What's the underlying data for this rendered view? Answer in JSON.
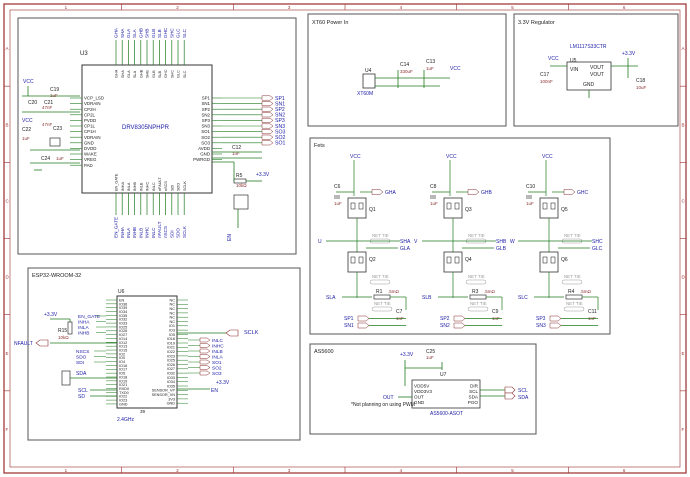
{
  "frame": {
    "cols": [
      "1",
      "2",
      "3",
      "4",
      "5",
      "6"
    ],
    "rows": [
      "A",
      "B",
      "C",
      "D",
      "E",
      "F"
    ]
  },
  "colors": {
    "border": "#9b2c2c",
    "net": "#1a1aa6",
    "wire": "#1f7a1f",
    "box": "#333333",
    "part": "#8a2f2f",
    "ref": "#222222"
  },
  "sections": {
    "xt60": "XT60 Power In",
    "reg": "3.3V Regulator",
    "fets": "Fets",
    "esp": "ESP32-WROOM-32",
    "as5600": "AS5600"
  },
  "drv": {
    "ref": "U3",
    "name": "DRV8305NPHPR",
    "top_pins": [
      "GHA",
      "SHA",
      "GLA",
      "SLA",
      "GHB",
      "SHB",
      "GLB",
      "SLB",
      "GHC",
      "SHC",
      "GLC",
      "SLC"
    ],
    "bottom_pins": [
      "EN_GATE",
      "INHA",
      "INLA",
      "INHB",
      "INLB",
      "INHC",
      "INLC",
      "nFAULT",
      "nSCS",
      "SDI",
      "SDO",
      "SCLK"
    ],
    "left_pins": [
      "VCP_LSD",
      "VDRAIN",
      "CP2H",
      "CP2L",
      "PVDD",
      "CP1L",
      "CP1H",
      "VDRAIN",
      "GND",
      "DVDD",
      "WAKE",
      "VREG",
      "PAD"
    ],
    "right_pins": [
      "SP1",
      "SN1",
      "SP2",
      "SN2",
      "SP3",
      "SN3",
      "SO1",
      "SO2",
      "SO3",
      "AVDD",
      "GND",
      "PWRGD"
    ],
    "right_nets": [
      "SP1",
      "SN1",
      "SP2",
      "SN2",
      "SP3",
      "SN3",
      "SO3",
      "SO2",
      "SO1"
    ],
    "left_vcc": "VCC",
    "caps": [
      "C19",
      "C20",
      "C21",
      "C22",
      "C23",
      "C24",
      "C12"
    ],
    "cap_vals": [
      "1uF",
      "47nF",
      "47nF",
      "1uF",
      "1uF",
      "1uF"
    ],
    "r5": "R5",
    "r5_val": "10kΩ",
    "v33": "+3.3V",
    "en": "EN"
  },
  "xt60": {
    "ref": "U4",
    "part": "XT60M",
    "c14": "C14",
    "c14_val": "330uF",
    "c13": "C13",
    "c13_val": "1uF",
    "vcc": "VCC"
  },
  "reg": {
    "part": "LM1117S33CTR",
    "ref": "U5",
    "vin": "VIN",
    "vout1": "VOUT",
    "vout2": "VOUT",
    "gnd": "GND",
    "v33": "+3.3V",
    "vcc": "VCC",
    "c17": "C17",
    "c17_val": "100nF",
    "c18": "C18",
    "c18_val": "10uF"
  },
  "fets": {
    "phases": [
      {
        "vcc": "VCC",
        "cap": "C6",
        "cap_val": "1uF",
        "gh": "GHA",
        "qh": "Q1",
        "ql": "Q2",
        "phase": "U",
        "sh": "SHA",
        "gl": "GLA",
        "sl": "SLA",
        "r": "R1",
        "r_val": ".5mΩ",
        "sp": "SP1",
        "sn": "SN1",
        "cr": "C7",
        "cr_val": "1nF"
      },
      {
        "vcc": "VCC",
        "cap": "C8",
        "cap_val": "1uF",
        "gh": "GHB",
        "qh": "Q3",
        "ql": "Q4",
        "phase": "V",
        "sh": "SHB",
        "gl": "GLB",
        "sl": "SLB",
        "r": "R3",
        "r_val": ".5mΩ",
        "sp": "SP2",
        "sn": "SN2",
        "cr": "C9",
        "cr_val": "1nF"
      },
      {
        "vcc": "VCC",
        "cap": "C10",
        "cap_val": "1uF",
        "gh": "GHC",
        "qh": "Q5",
        "ql": "Q6",
        "phase": "W",
        "sh": "SHC",
        "gl": "GLC",
        "sl": "SLC",
        "r": "R4",
        "r_val": ".5mΩ",
        "sp": "SP3",
        "sn": "SN3",
        "cr": "C11",
        "cr_val": "1nF"
      }
    ],
    "net_tie": "NET TIE"
  },
  "esp": {
    "ref": "U6",
    "left_pins": [
      "EN",
      "IO36",
      "IO39",
      "IO34",
      "IO35",
      "IO32",
      "IO33",
      "IO25",
      "IO26",
      "IO27",
      "IO14",
      "IO12",
      "IO13",
      "IO15",
      "IO2",
      "IO0",
      "IO4",
      "IO16",
      "IO17",
      "IO5",
      "IO18",
      "IO19",
      "IO21",
      "RXD0",
      "TXD0",
      "IO22",
      "IO23",
      "GND"
    ],
    "right_pins": [
      "NC",
      "NC",
      "NC",
      "NC",
      "NC",
      "NC",
      "IO1",
      "IO3",
      "IO5",
      "IO18",
      "IO19",
      "IO21",
      "IO22",
      "IO23",
      "IO25",
      "IO26",
      "IO27",
      "IO32",
      "IO33",
      "IO34",
      "IO35",
      "SENSOR_VP",
      "SENSOR_VN",
      "3V3",
      "GND"
    ],
    "left_nets": [
      "EN_GATE",
      "INHA",
      "INLA",
      "INHB"
    ],
    "left_nets2": [
      "NSCS",
      "SDO",
      "SDI"
    ],
    "right_nets": [
      "INLC",
      "INHC",
      "INLB",
      "INLA",
      "SO1",
      "SO2",
      "SO3"
    ],
    "sda": "SDA",
    "scl": "SCL",
    "sd": "SD",
    "sclk": "SCLK",
    "en": "EN",
    "nfault": "NFAULT",
    "r15": "R15",
    "r15_val": "10kΩ",
    "v33": "+3.3V",
    "v33b": "+3.3V",
    "antenna": "2.4GHz",
    "pin_num": "39"
  },
  "as5600": {
    "ref": "U7",
    "part": "AS5600-ASOT",
    "note": "*Not planning on using PWM",
    "pins_left": [
      "VDD5V",
      "VDD3V3",
      "OUT",
      "GND"
    ],
    "pins_right": [
      "DIR",
      "SCL",
      "SDA",
      "PGO"
    ],
    "out": "OUT",
    "scl": "SCL",
    "sda": "SDA",
    "v33": "+3.3V",
    "c25": "C25",
    "c25_val": "1uF"
  }
}
